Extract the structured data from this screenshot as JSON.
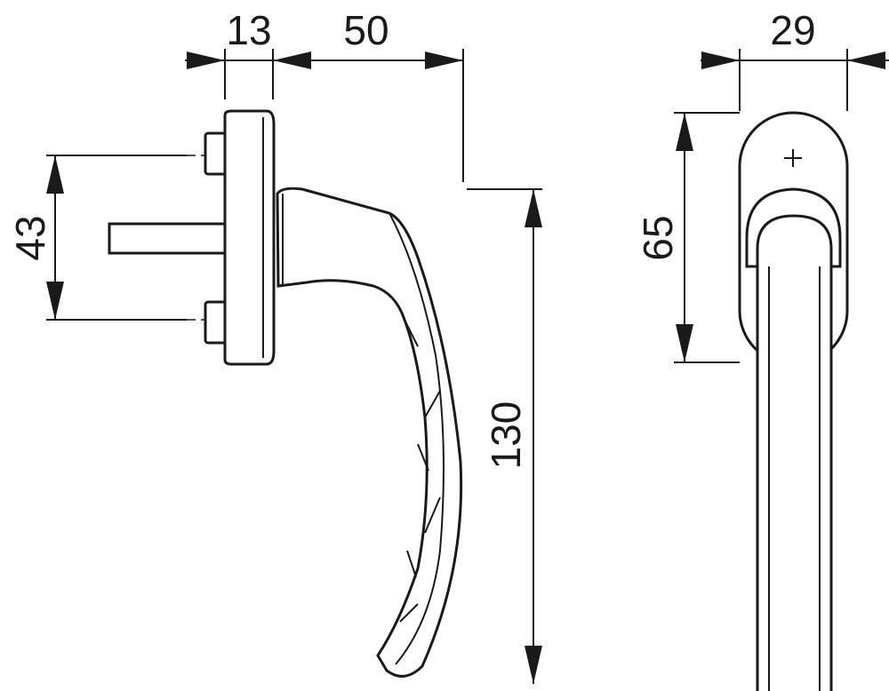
{
  "drawing": {
    "side_view": {
      "dim_rose_depth": "13",
      "dim_handle_projection": "50",
      "dim_screw_spacing": "43",
      "dim_handle_length": "130"
    },
    "front_view": {
      "dim_rose_width": "29",
      "dim_rose_height": "65"
    }
  }
}
